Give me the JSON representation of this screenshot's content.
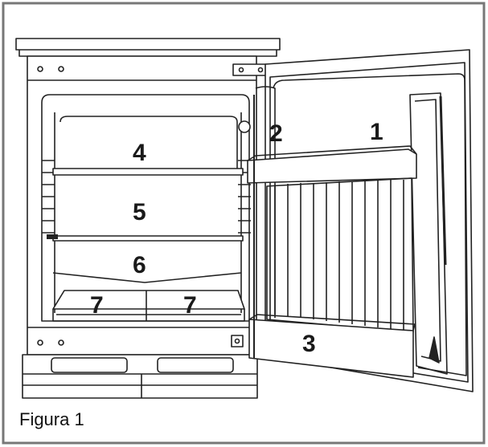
{
  "caption": "Figura 1",
  "callouts": {
    "c1": "1",
    "c2": "2",
    "c3": "3",
    "c4": "4",
    "c5": "5",
    "c6": "6",
    "c7a": "7",
    "c7b": "7"
  }
}
